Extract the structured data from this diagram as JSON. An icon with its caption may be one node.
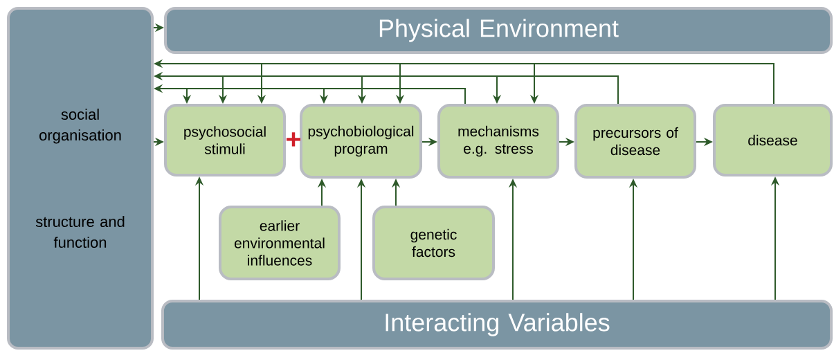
{
  "diagram": {
    "nodes": [
      {
        "text": [
          "social organisation",
          "structure and function"
        ]
      },
      {
        "text": [
          "Physical Environment"
        ]
      },
      {
        "text": [
          "psychosocial stimuli"
        ]
      },
      {
        "text": [
          "psychobiological program"
        ]
      },
      {
        "text": [
          "mechanisms e.g. stress"
        ]
      },
      {
        "text": [
          "precursors of disease"
        ]
      },
      {
        "text": [
          "disease"
        ]
      },
      {
        "text": [
          "earlier environmental influences"
        ]
      },
      {
        "text": [
          "genetic factors"
        ]
      },
      {
        "text": [
          "Interacting Variables"
        ]
      }
    ],
    "edges": [
      {
        "from": 0,
        "to": 1,
        "arrow": "to"
      },
      {
        "from": 0,
        "to": 2,
        "arrow": "to"
      },
      {
        "from": 3,
        "to": 4,
        "arrow": "to"
      },
      {
        "from": 4,
        "to": 5,
        "arrow": "to"
      },
      {
        "from": 5,
        "to": 6,
        "arrow": "to"
      },
      {
        "from": 7,
        "to": 3,
        "arrow": "to"
      },
      {
        "from": 8,
        "to": 3,
        "arrow": "to"
      },
      {
        "from": 9,
        "to": 2,
        "arrow": "to"
      },
      {
        "from": 9,
        "to": 3,
        "arrow": "to"
      },
      {
        "from": 9,
        "to": 4,
        "arrow": "to"
      },
      {
        "from": 9,
        "to": 5,
        "arrow": "to"
      },
      {
        "from": 9,
        "to": 6,
        "arrow": "to"
      },
      {
        "from": 6,
        "to": 0,
        "arrow": "to"
      },
      {
        "from": 6,
        "to": 2,
        "arrow": "to"
      },
      {
        "from": 6,
        "to": 3,
        "arrow": "to"
      },
      {
        "from": 6,
        "to": 4,
        "arrow": "to"
      },
      {
        "from": 5,
        "to": 0,
        "arrow": "to"
      },
      {
        "from": 5,
        "to": 2,
        "arrow": "to"
      },
      {
        "from": 5,
        "to": 3,
        "arrow": "to"
      },
      {
        "from": 5,
        "to": 4,
        "arrow": "to"
      },
      {
        "from": 4,
        "to": 0,
        "arrow": "to"
      },
      {
        "from": 4,
        "to": 2,
        "arrow": "to"
      },
      {
        "from": 4,
        "to": 3,
        "arrow": "to"
      }
    ],
    "labels": [
      "+"
    ]
  }
}
